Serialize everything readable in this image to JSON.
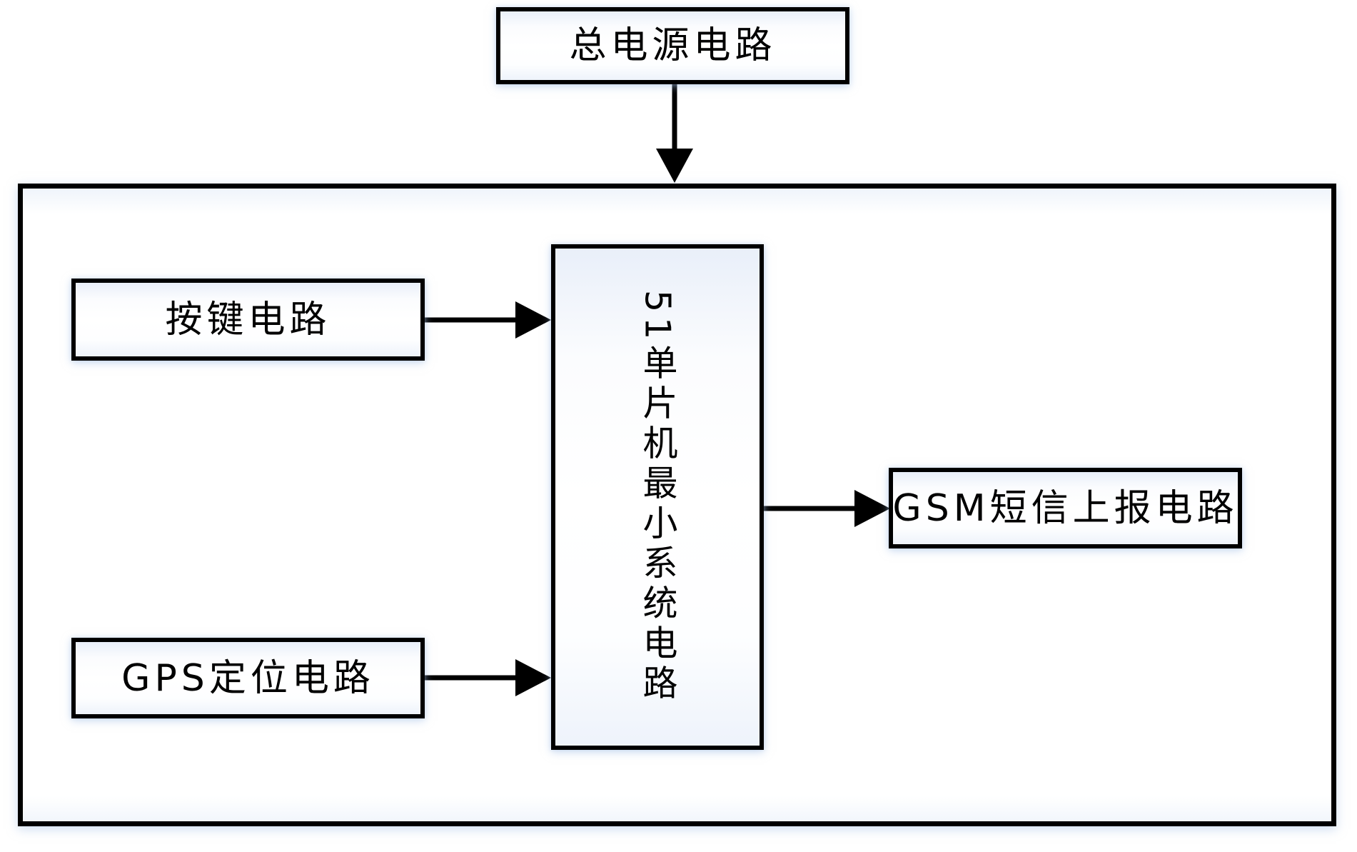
{
  "diagram": {
    "type": "block-diagram",
    "background_color": "#ffffff",
    "border_color": "#000000",
    "box_glow_color": "#dbe6f5",
    "nodes": {
      "power": {
        "label": "总电源电路"
      },
      "button": {
        "label": "按键电路"
      },
      "gps": {
        "label": "GPS定位电路"
      },
      "mcu": {
        "label": "51单片机最小系统电路",
        "text_direction": "vertical"
      },
      "gsm": {
        "label": "GSM短信上报电路"
      }
    },
    "container": {
      "role": "system-boundary",
      "label": ""
    },
    "edges": [
      {
        "from": "power",
        "to": "system-boundary",
        "type": "arrow",
        "direction": "down"
      },
      {
        "from": "button",
        "to": "mcu",
        "type": "arrow",
        "direction": "right"
      },
      {
        "from": "gps",
        "to": "mcu",
        "type": "arrow",
        "direction": "right"
      },
      {
        "from": "mcu",
        "to": "gsm",
        "type": "arrow",
        "direction": "right"
      }
    ]
  }
}
